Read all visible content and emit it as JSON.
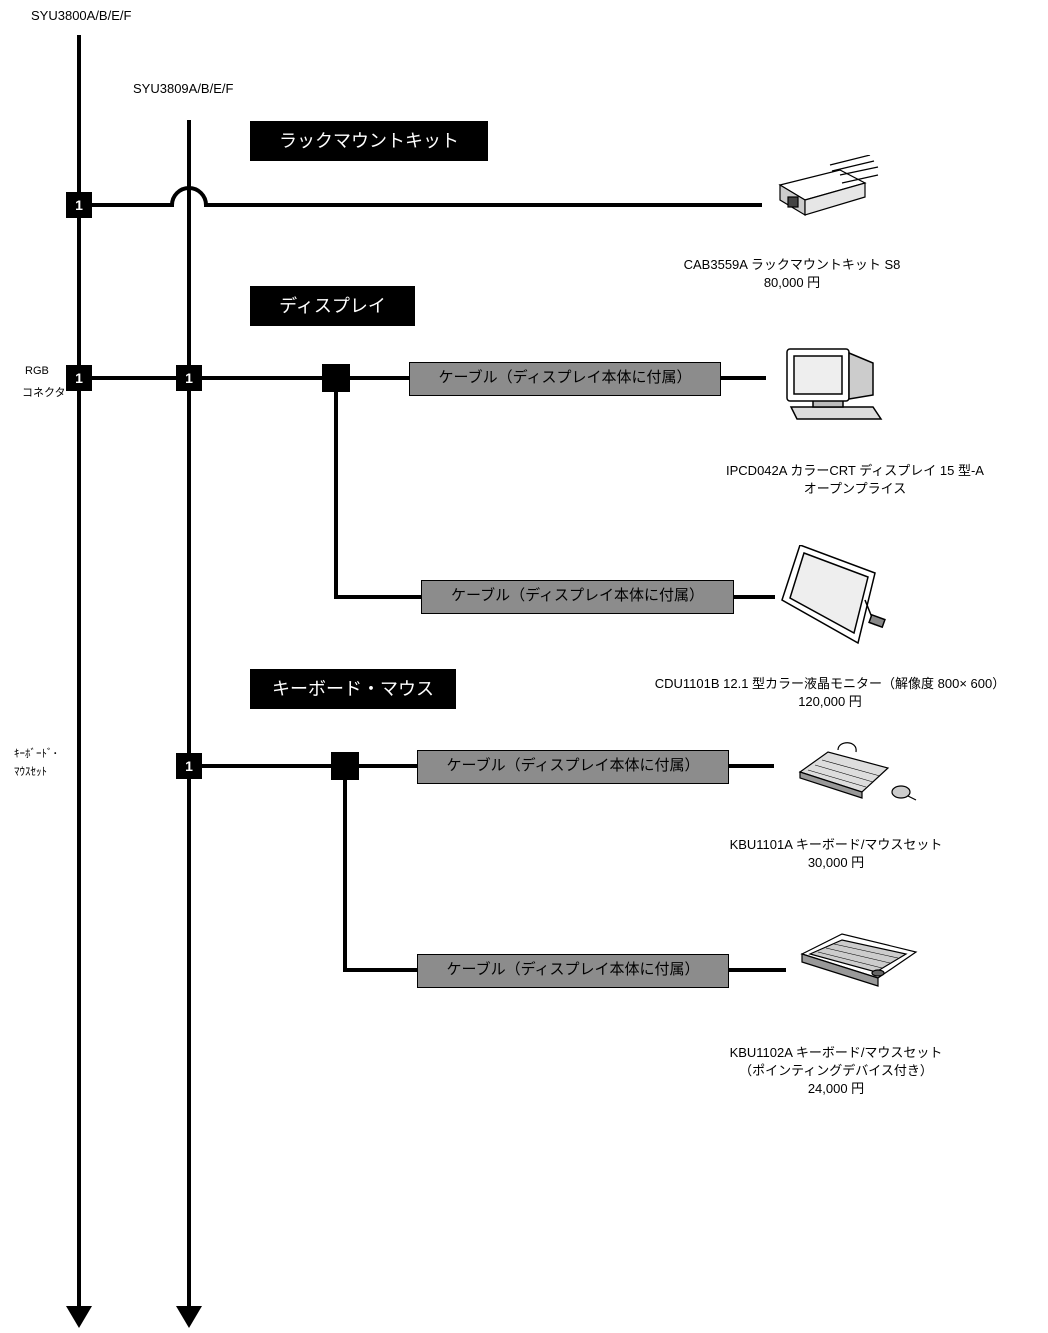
{
  "buses": {
    "bus_a_label": "SYU3800A/B/E/F",
    "bus_b_label": "SYU3809A/B/E/F"
  },
  "side_labels": {
    "rgb_line1": "RGB",
    "rgb_line2": "コネクタ",
    "kb_line1": "ｷｰﾎﾞｰﾄﾞ･",
    "kb_line2": "ﾏｳｽｾｯﾄ"
  },
  "connector_number": "1",
  "sections": {
    "rack": "ラックマウントキット",
    "display": "ディスプレイ",
    "keyboard": "キーボード・マウス"
  },
  "cable_label": "ケーブル（ディスプレイ本体に付属）",
  "products": {
    "rack_kit": {
      "line1": "CAB3559A  ラックマウントキット S8",
      "line2": "80,000 円"
    },
    "crt": {
      "line1": "IPCD042A  カラーCRT ディスプレイ 15 型-A",
      "line2": "オープンプライス"
    },
    "lcd": {
      "line1": "CDU1101B  12.1 型カラー液晶モニター（解像度 800× 600）",
      "line2": "120,000 円"
    },
    "kb1": {
      "line1": "KBU1101A  キーボード/マウスセット",
      "line2": "30,000 円"
    },
    "kb2": {
      "line1": "KBU1102A  キーボード/マウスセット",
      "line2": "（ポインティングデバイス付き）",
      "line3": "24,000 円"
    }
  },
  "icons": [
    "rack-mount-kit-icon",
    "crt-monitor-icon",
    "lcd-monitor-icon",
    "keyboard-mouse-icon",
    "keyboard-pointing-icon"
  ]
}
